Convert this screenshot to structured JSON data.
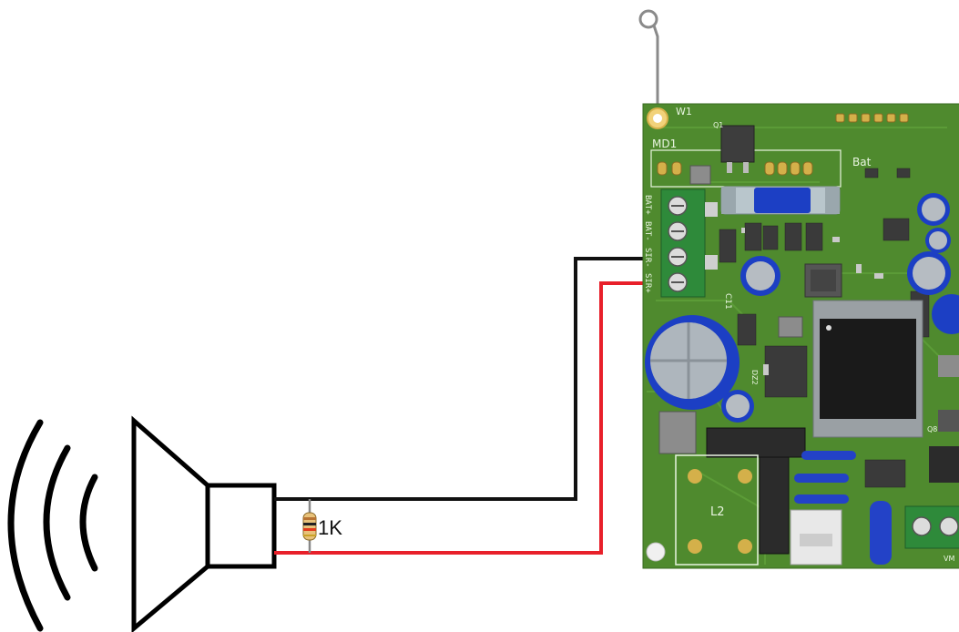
{
  "resistor": {
    "label": "1K"
  },
  "antenna": {
    "label": "W1"
  },
  "board": {
    "module_label": "MD1",
    "transistor_label": "Q1",
    "battery_label": "Bat",
    "terminal_labels": [
      "BAT+",
      "BAT-",
      "SIR-",
      "SIR+"
    ],
    "capacitor_label": "C11",
    "inductor_label": "L2",
    "lower_transistor_label": "Q8",
    "terminal_vm_label": "VM",
    "diode_label": "DZ2"
  },
  "colors": {
    "wire_black": "#111111",
    "wire_red": "#e8202a",
    "pcb_green": "#4f8a2e",
    "electrolytic_blue": "#1c3fc4",
    "terminal_green": "#2e8a3a"
  },
  "icons": [
    "speaker-icon",
    "sound-wave-icon",
    "resistor-icon",
    "antenna-icon"
  ]
}
